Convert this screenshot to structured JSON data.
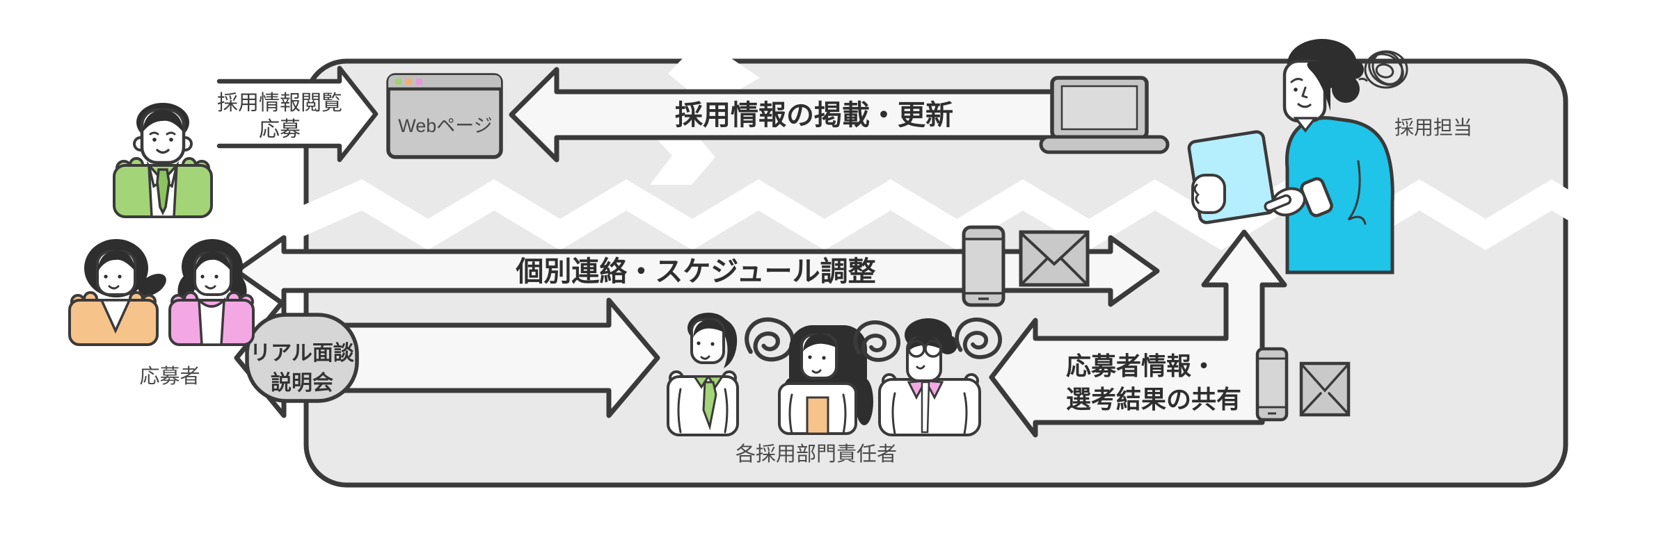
{
  "diagram": {
    "labels": {
      "browse_apply_line1": "採用情報閲覧",
      "browse_apply_line2": "応募",
      "webpage": "Webページ",
      "post_update": "採用情報の掲載・更新",
      "individual_contact": "個別連絡・スケジュール調整",
      "real_meeting_line1": "リアル面談",
      "real_meeting_line2": "説明会",
      "share_line1": "応募者情報・",
      "share_line2": "選考結果の共有",
      "applicants": "応募者",
      "dept_managers": "各採用部門責任者",
      "recruiter": "採用担当"
    },
    "icons": {
      "browser": "browser-window-icon",
      "laptop": "laptop-icon",
      "phone": "smartphone-icon",
      "mail": "envelope-icon",
      "tablet": "tablet-icon",
      "confusion": "scribble-tangle-icon"
    },
    "colors": {
      "outline": "#3a3a3a",
      "box_fill": "#e9e9e9",
      "arrow_fill": "#f7f7f7",
      "tear_white": "#ffffff",
      "panel_gray": "#d6d6d6",
      "icon_gray": "#c9c9c9",
      "screen_gray": "#dcdcdc",
      "green": "#a3d477",
      "green_dark": "#8cc45f",
      "orange": "#f6c38b",
      "pink": "#f3a8e4",
      "cyan": "#1fc4e8",
      "tablet_blue": "#b5eefc",
      "hair_dark": "#2e2e2e",
      "dot_green": "#a5cf74",
      "dot_orange": "#f0b070",
      "dot_pink": "#e996dd"
    }
  }
}
